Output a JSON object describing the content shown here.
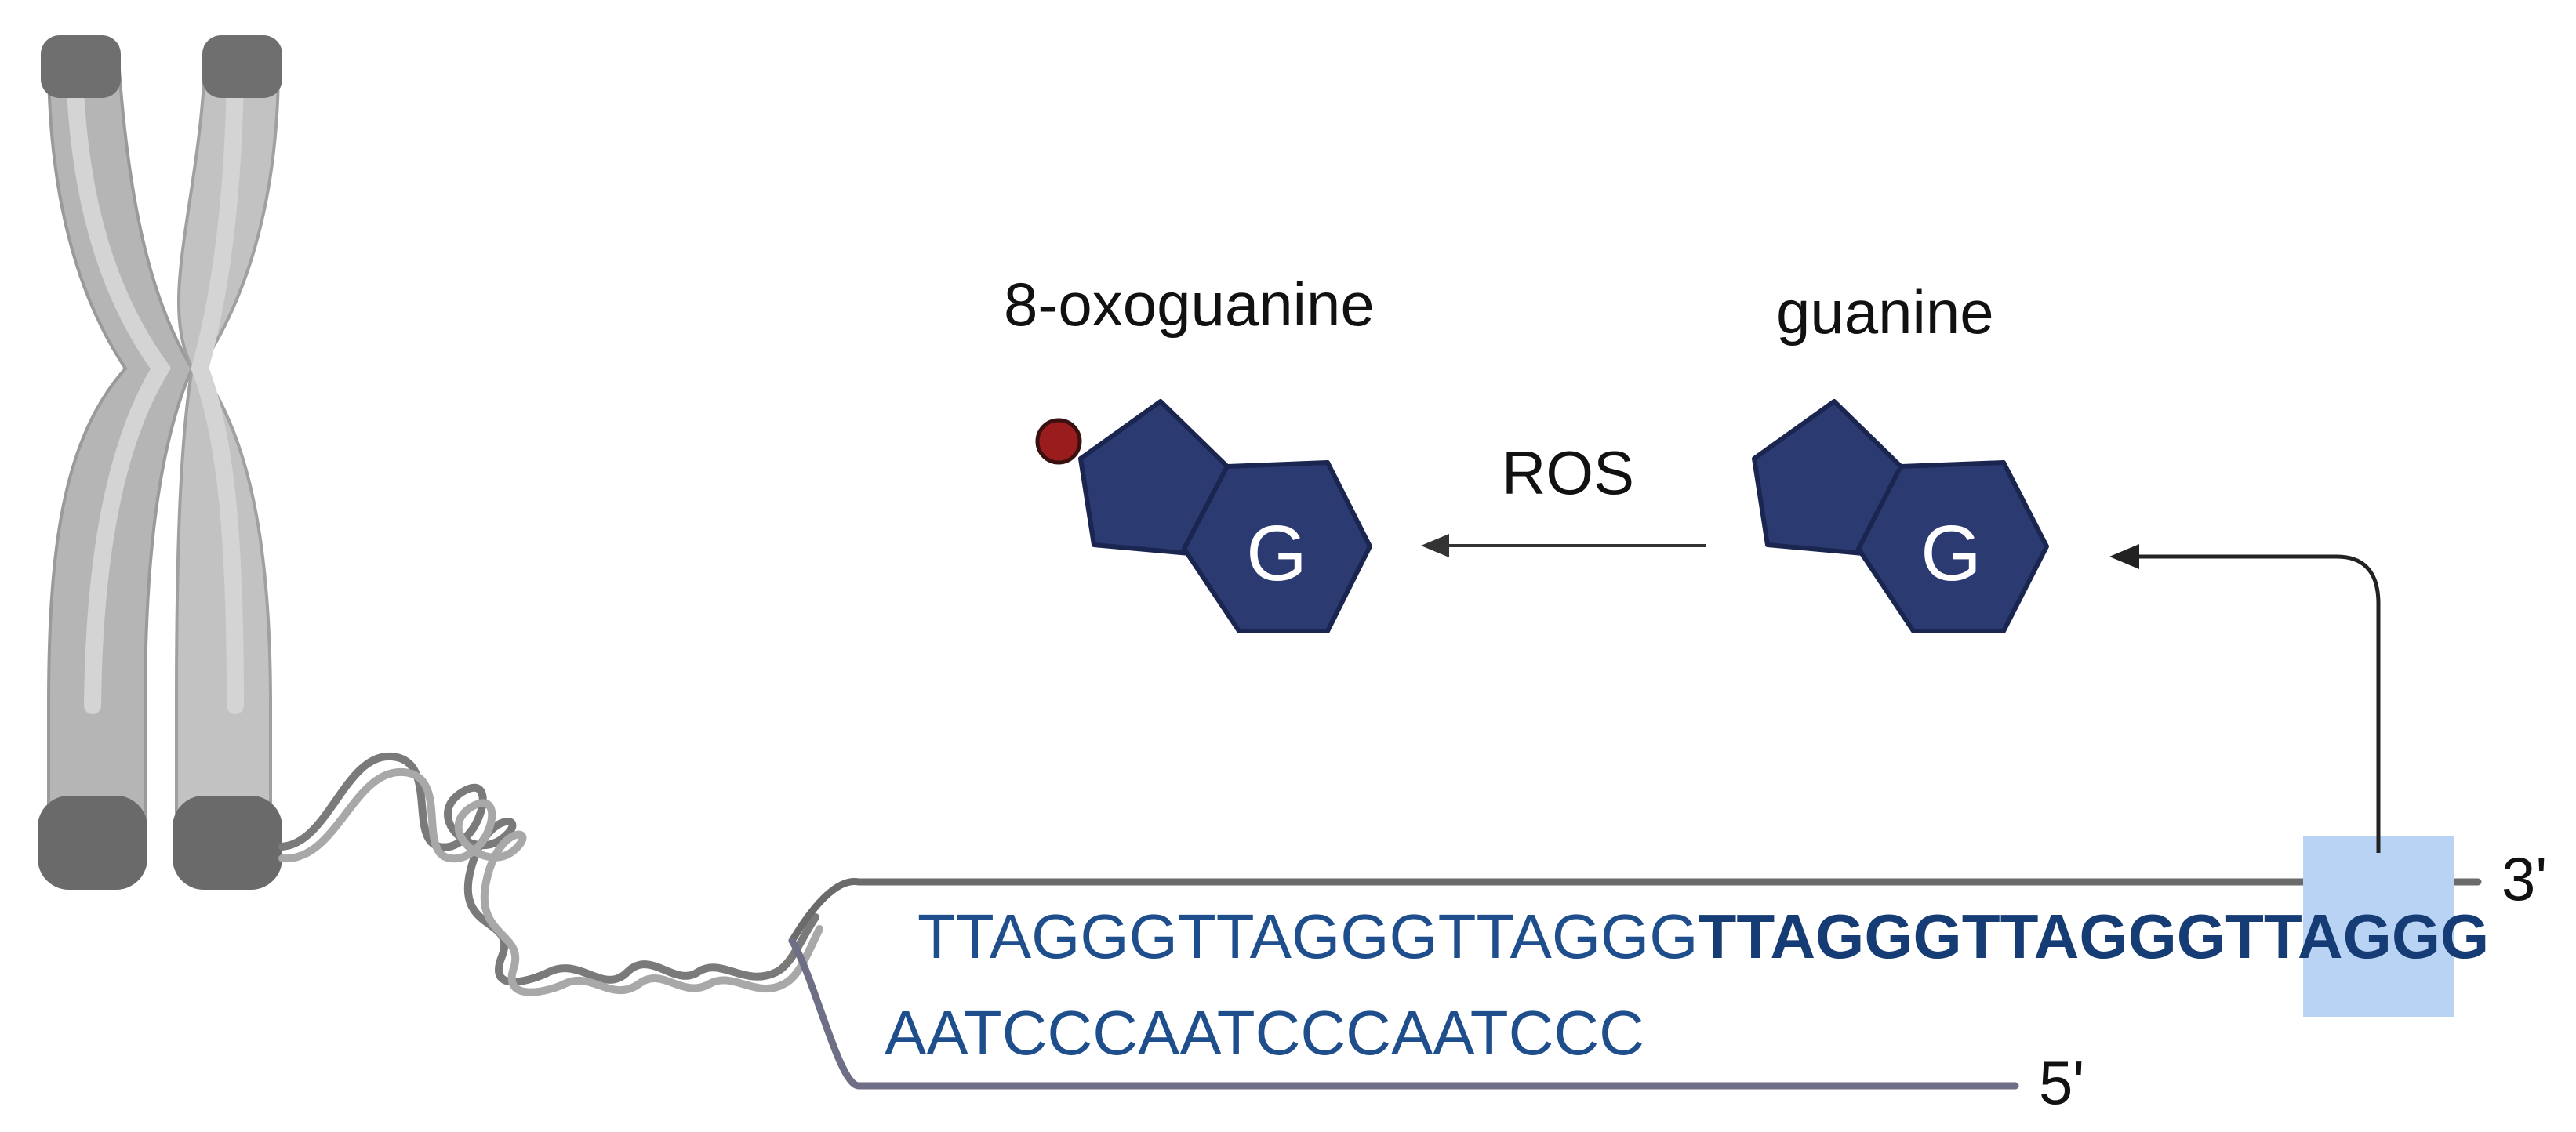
{
  "labels": {
    "oxo": "8-oxoguanine",
    "guanine": "guanine",
    "ros": "ROS",
    "end3": "3'",
    "end5": "5'"
  },
  "bases": {
    "oxo_letter": "G",
    "guanine_letter": "G"
  },
  "sequences": {
    "top_normal": "TTAGGGTTAGGGTTAGGG",
    "top_bold_a": "TTAGGGTTAGGGTTA",
    "top_bold_b": "GGG",
    "bottom": "AATCCCAATCCCAATCCC"
  },
  "colors": {
    "sequence_text": "#1f4e8c",
    "base_fill": "#2b3a70",
    "oxo_dot": "#9b1c1c",
    "highlight": "#b9d3f5",
    "strand": "#555555",
    "chromosome": "#b3b3b3"
  }
}
